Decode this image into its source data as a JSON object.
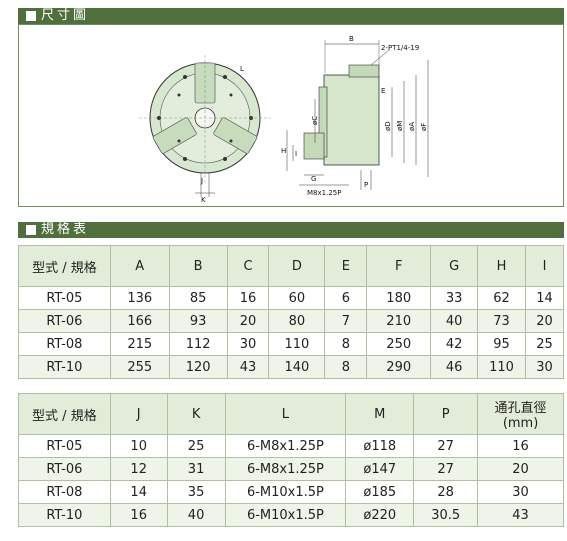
{
  "sections": {
    "drawing": "尺寸圖",
    "spec": "規格表"
  },
  "drawing_labels": {
    "l": "L",
    "b": "B",
    "port": "2-PT1/4-19",
    "e": "E",
    "c": "øC",
    "d": "øD",
    "m": "øM",
    "a": "øA",
    "f": "øF",
    "h": "H",
    "i": "I",
    "g": "G",
    "thread": "M8x1.25P",
    "p": "P",
    "j": "J",
    "k": "K"
  },
  "table1": {
    "headers": [
      "型式 / 規格",
      "A",
      "B",
      "C",
      "D",
      "E",
      "F",
      "G",
      "H",
      "I"
    ],
    "rows": [
      [
        "RT-05",
        "136",
        "85",
        "16",
        "60",
        "6",
        "180",
        "33",
        "62",
        "14"
      ],
      [
        "RT-06",
        "166",
        "93",
        "20",
        "80",
        "7",
        "210",
        "40",
        "73",
        "20"
      ],
      [
        "RT-08",
        "215",
        "112",
        "30",
        "110",
        "8",
        "250",
        "42",
        "95",
        "25"
      ],
      [
        "RT-10",
        "255",
        "120",
        "43",
        "140",
        "8",
        "290",
        "46",
        "110",
        "30"
      ]
    ]
  },
  "table2": {
    "headers": [
      "型式 / 規格",
      "J",
      "K",
      "L",
      "M",
      "P",
      "通孔直徑"
    ],
    "header_unit": "(mm)",
    "rows": [
      [
        "RT-05",
        "10",
        "25",
        "6-M8x1.25P",
        "ø118",
        "27",
        "16"
      ],
      [
        "RT-06",
        "12",
        "31",
        "6-M8x1.25P",
        "ø147",
        "27",
        "20"
      ],
      [
        "RT-08",
        "14",
        "35",
        "6-M10x1.5P",
        "ø185",
        "28",
        "30"
      ],
      [
        "RT-10",
        "16",
        "40",
        "6-M10x1.5P",
        "ø220",
        "30.5",
        "43"
      ]
    ]
  }
}
